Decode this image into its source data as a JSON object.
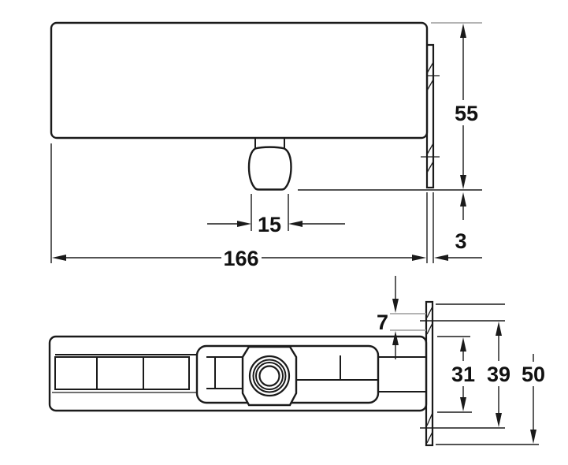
{
  "drawing": {
    "type": "technical-drawing",
    "background": "#ffffff",
    "line_color": "#1a1a1a",
    "extension_line_color": "#9b9b9b",
    "views": {
      "front_elevation": {
        "dimensions": {
          "overall_height": "55",
          "wall_plate_thickness": "3",
          "pivot_pin_diameter": "15",
          "body_length": "166"
        }
      },
      "plan_view": {
        "dimensions": {
          "pivot_axis_offset": "7",
          "clamp_body_depth": "31",
          "cover_depth": "39",
          "wall_plate_depth": "50"
        }
      }
    }
  }
}
